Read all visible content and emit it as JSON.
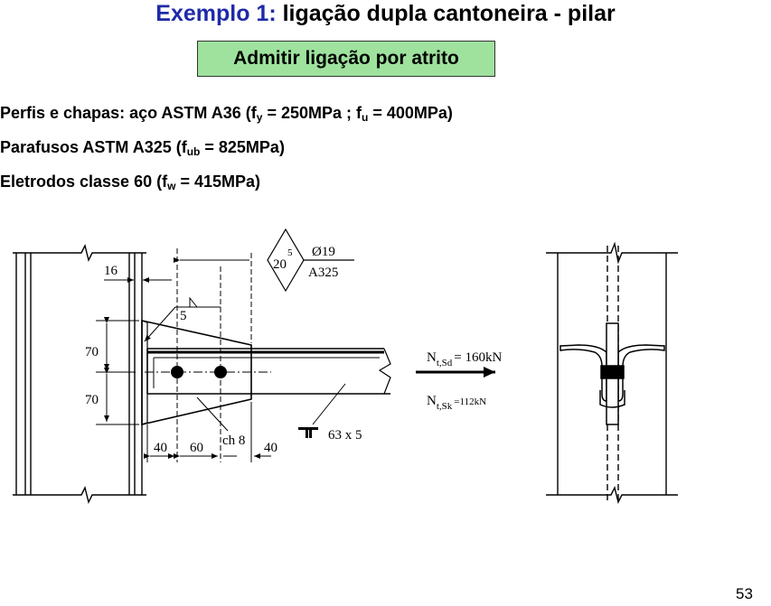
{
  "title": {
    "lead": "Exemplo 1:",
    "rest": " ligação dupla cantoneira - pilar"
  },
  "note": "Admitir ligação por atrito",
  "specs": {
    "line1": {
      "pre": "Perfis e chapas: aço ASTM A36 (f",
      "sub1": "y",
      "mid": " = 250MPa ; f",
      "sub2": "u",
      "post": " = 400MPa)"
    },
    "line2": {
      "pre": "Parafusos ASTM A325 (f",
      "sub1": "ub",
      "post": " = 825MPa)"
    },
    "line3": {
      "pre": "Eletrodos classe 60 (f",
      "sub1": "w",
      "post": " = 415MPa)"
    }
  },
  "drawing": {
    "dim_16": "16",
    "dim_70_top": "70",
    "dim_70_bottom": "70",
    "dim_40_left": "40",
    "dim_60": "60",
    "dim_40_right": "40",
    "weld_size_main": "20",
    "weld_size_sup": "5",
    "weld_small": "5",
    "bolt_diameter": "Ø19",
    "bolt_spec": "A325",
    "plate_label": "ch 8",
    "angle_label": "63 x 5",
    "force_sd_pre": "N",
    "force_sd_sub": "t,Sd",
    "force_sd_post": "= 160kN",
    "force_sk_pre": "N",
    "force_sk_sub": "t,Sk",
    "force_sk_post": "=112kN"
  },
  "page_number": "53"
}
